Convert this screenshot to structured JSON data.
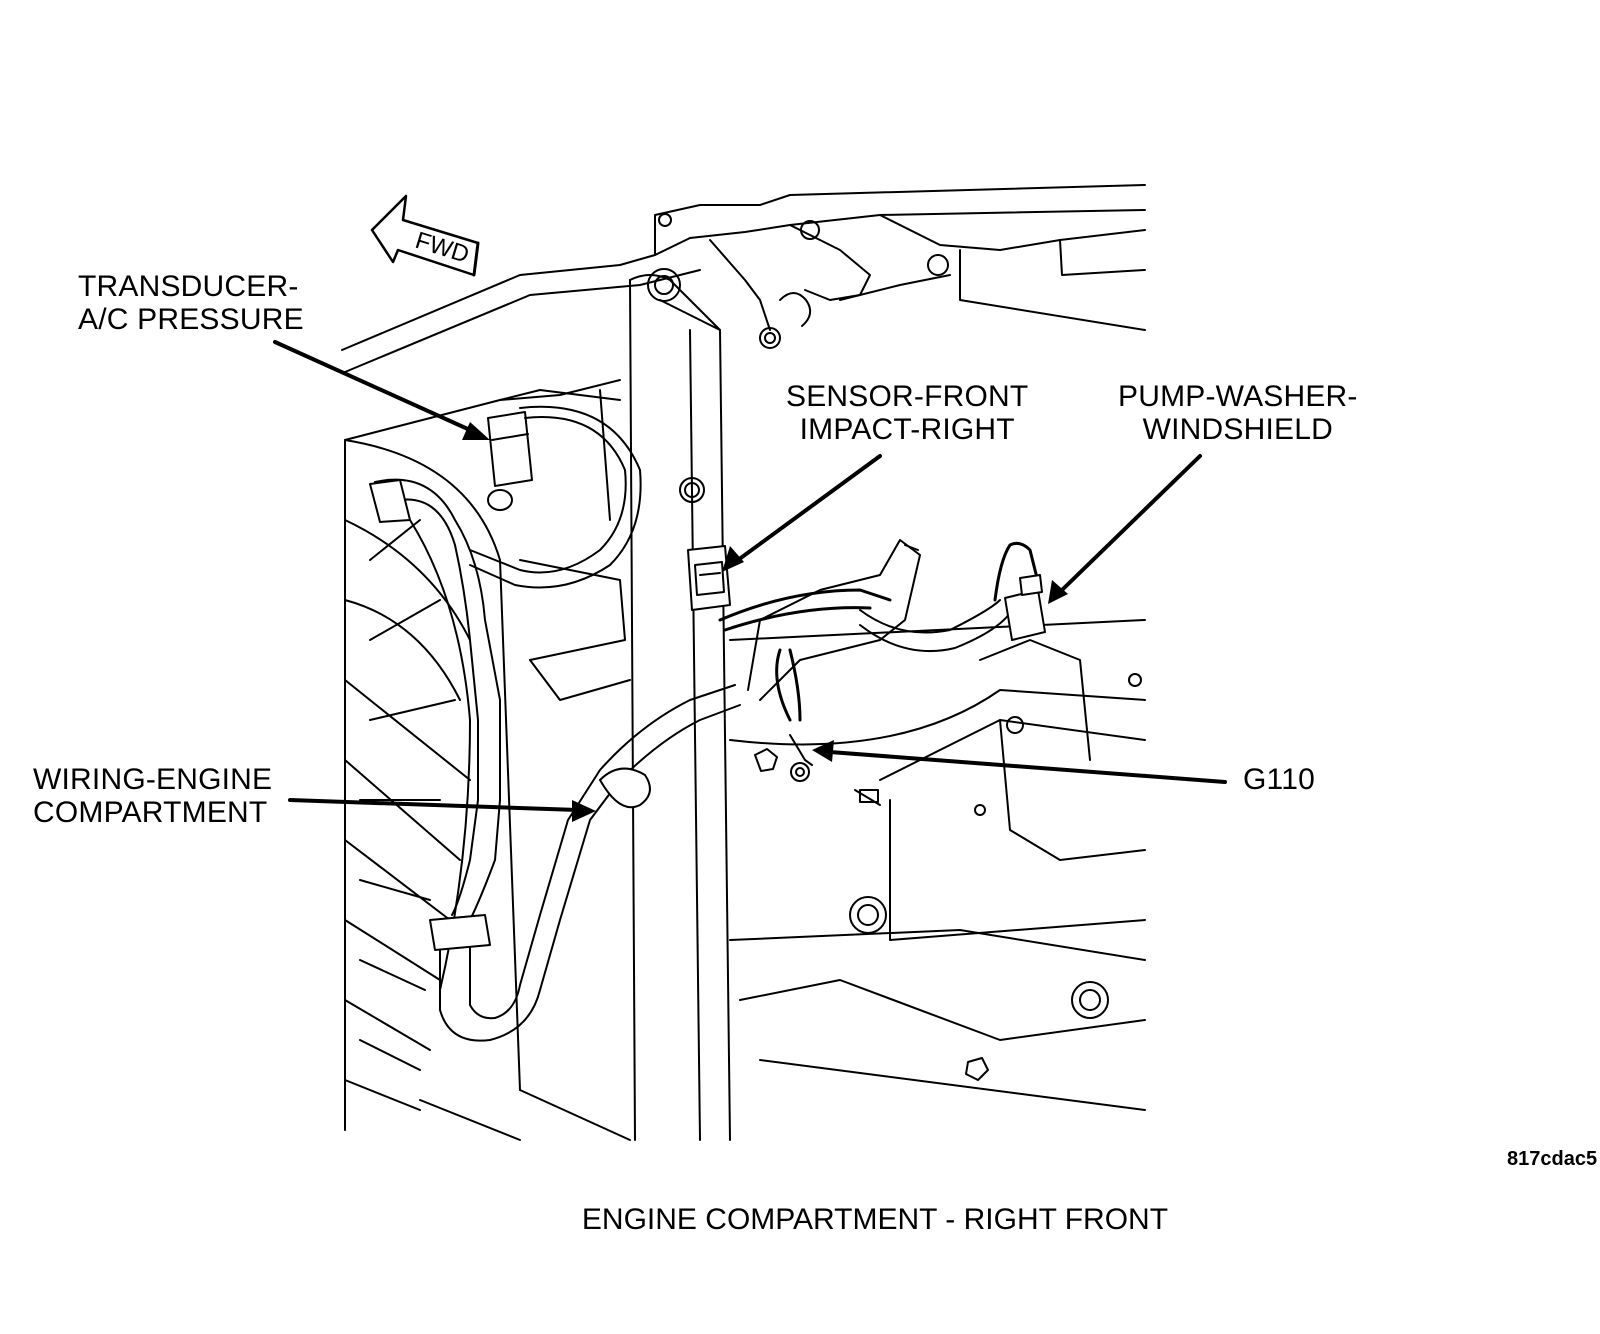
{
  "figure": {
    "fwd_label": "FWD",
    "figure_id": "817cdac5",
    "caption": "ENGINE COMPARTMENT - RIGHT FRONT"
  },
  "callouts": {
    "transducer": {
      "line1": "TRANSDUCER-",
      "line2": "A/C PRESSURE"
    },
    "sensor": {
      "line1": "SENSOR-FRONT",
      "line2": "IMPACT-RIGHT"
    },
    "pump": {
      "line1": "PUMP-WASHER-",
      "line2": "WINDSHIELD"
    },
    "wiring": {
      "line1": "WIRING-ENGINE",
      "line2": "COMPARTMENT"
    },
    "g110": {
      "line1": "G110"
    }
  },
  "colors": {
    "ink": "#000000",
    "paper": "#ffffff"
  }
}
